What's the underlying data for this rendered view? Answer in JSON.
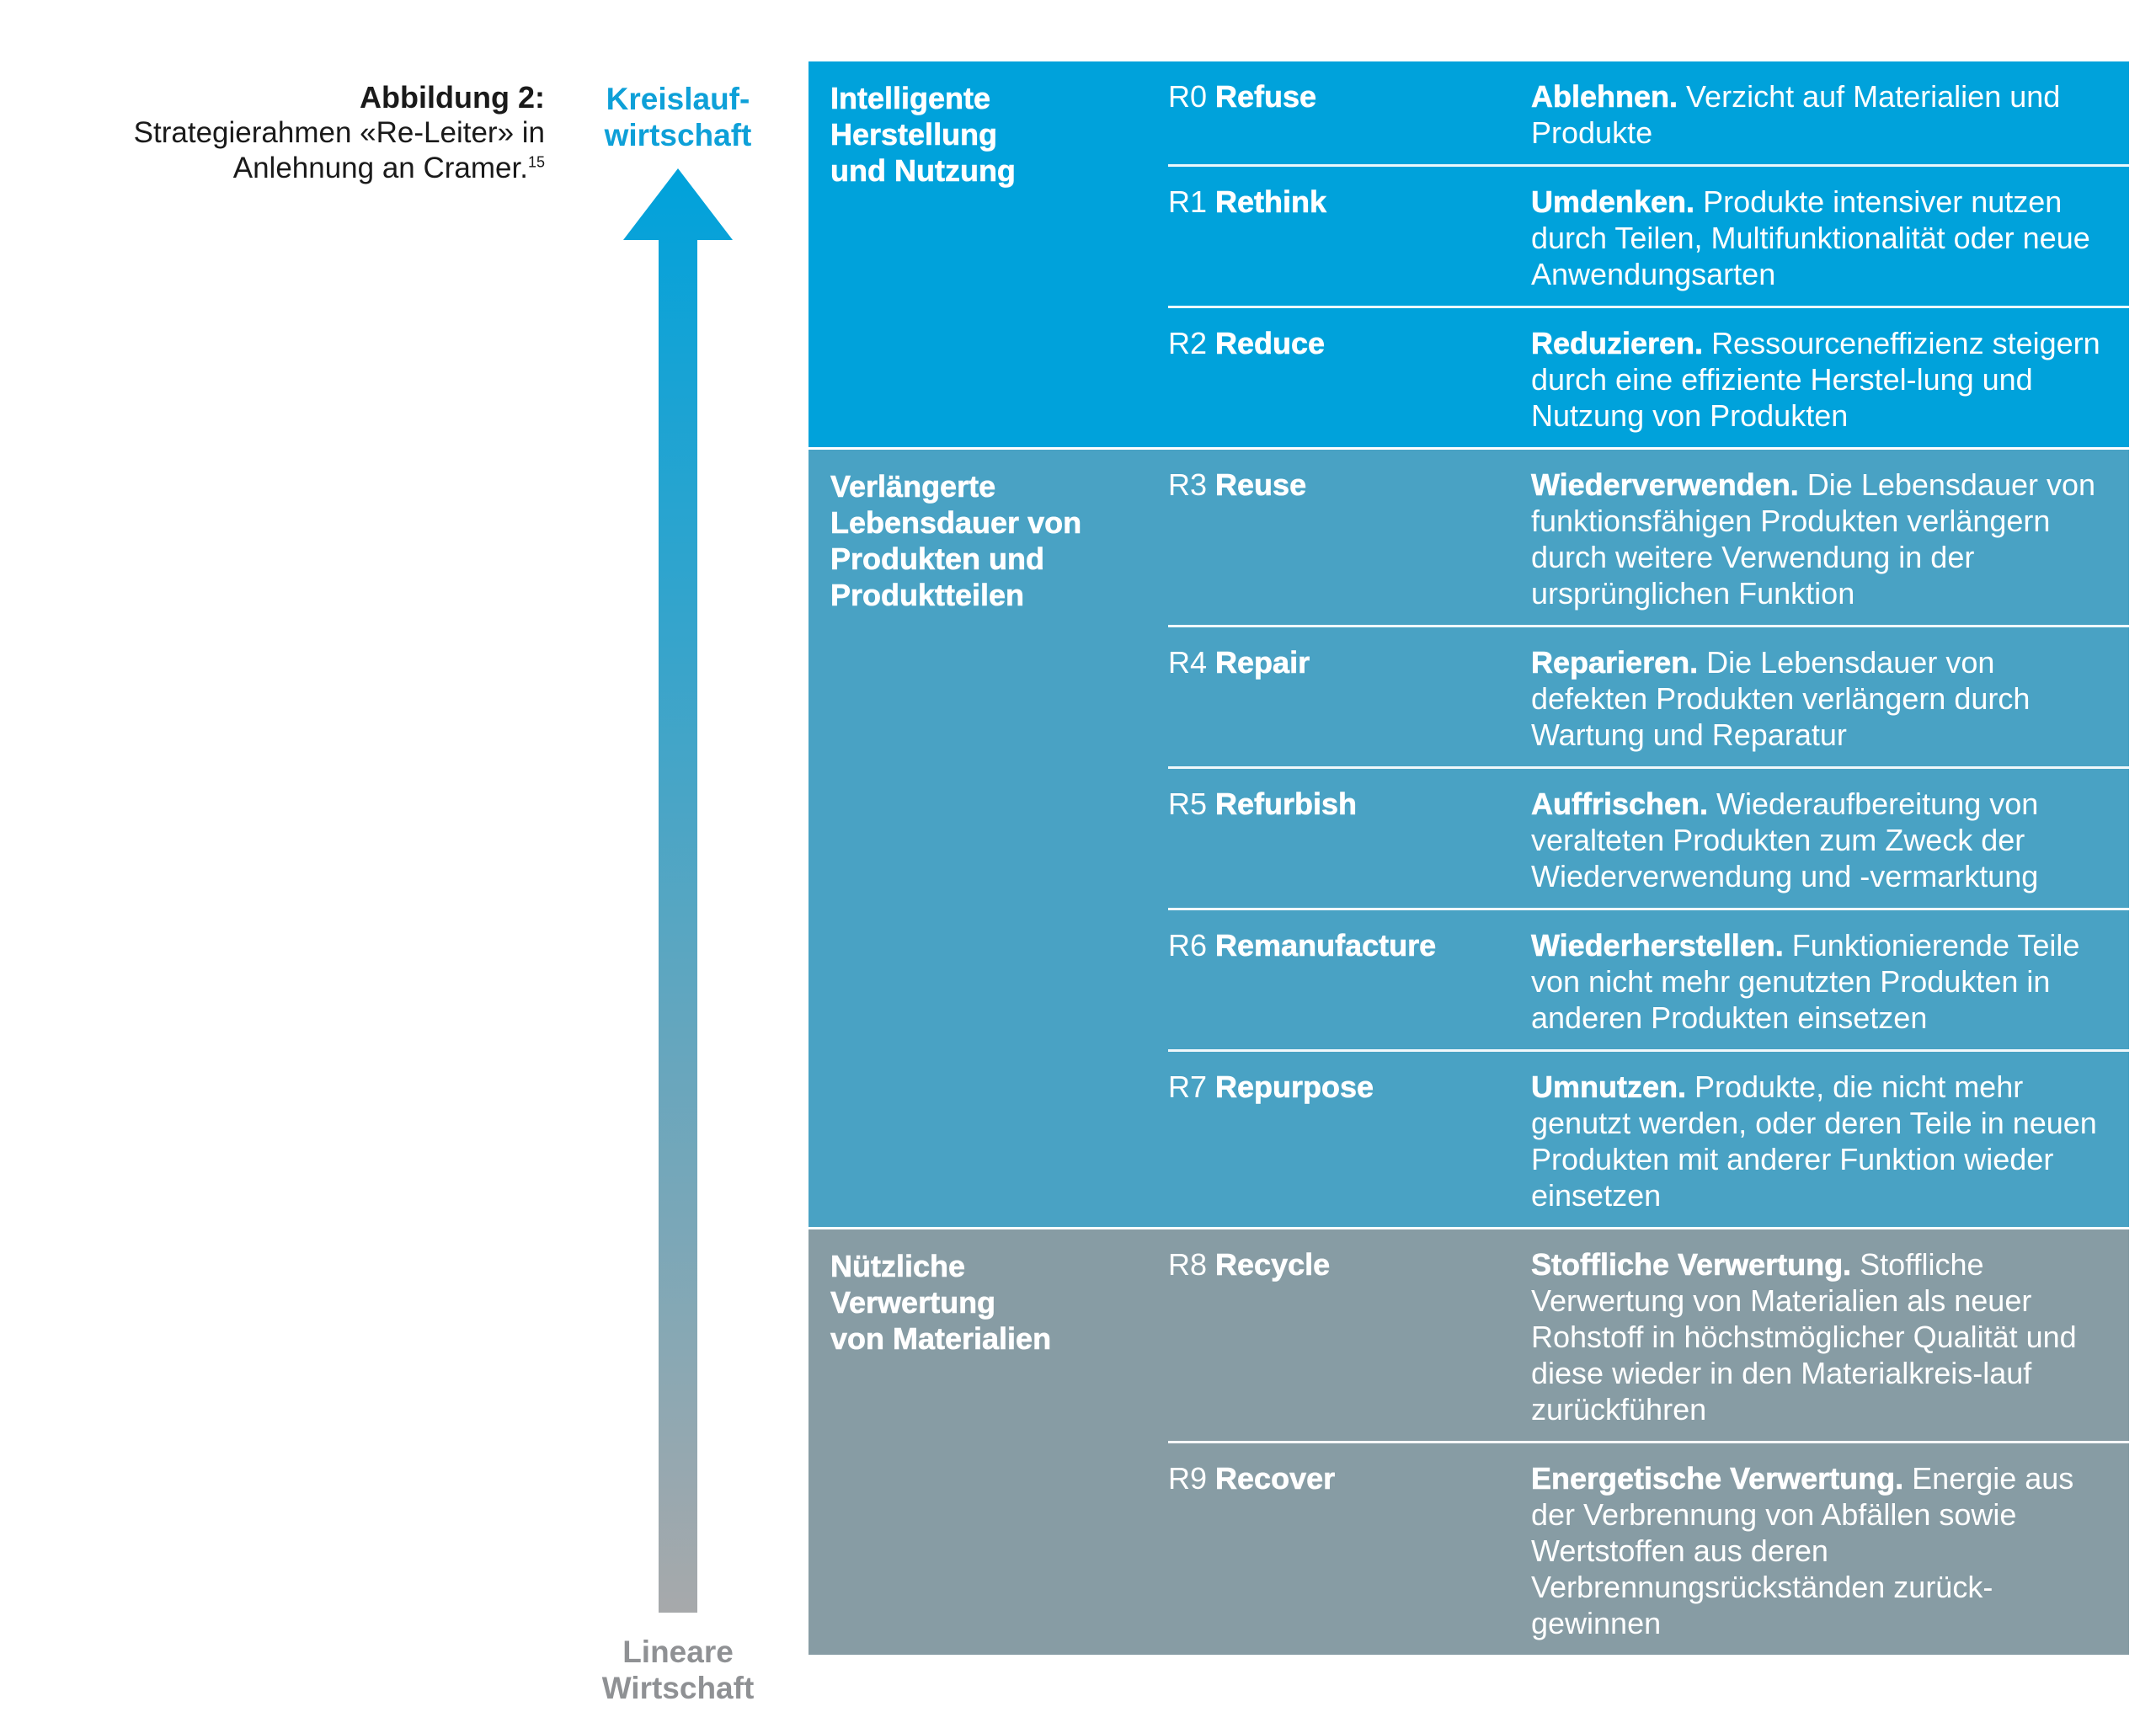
{
  "caption": {
    "title": "Abbildung 2:",
    "line1": "Strategierahmen «Re-Leiter» in",
    "line2": "Anlehnung an Cramer.",
    "footnote": "15"
  },
  "axis": {
    "top_line1": "Kreislauf-",
    "top_line2": "wirtschaft",
    "bottom_line1": "Lineare",
    "bottom_line2": "Wirtschaft",
    "top_color": "#00a2db",
    "bottom_color": "#a7a9ab"
  },
  "colors": {
    "group1": "#00a2db",
    "group2": "#49a2c4",
    "group3": "#879ca4"
  },
  "groups": [
    {
      "lines": [
        "Intelligente",
        "Herstellung",
        "und Nutzung"
      ],
      "rows": [
        {
          "num": "R0",
          "name": "Refuse",
          "head": "Ablehnen.",
          "text": "Verzicht auf Materialien und Produkte"
        },
        {
          "num": "R1",
          "name": "Rethink",
          "head": "Umdenken.",
          "text": "Produkte intensiver nutzen durch Teilen, Multifunktionalität oder neue Anwendungsarten"
        },
        {
          "num": "R2",
          "name": "Reduce",
          "head": "Reduzieren.",
          "text": "Ressourceneffizienz steigern durch eine effiziente Herstel-lung und Nutzung von Produkten"
        }
      ]
    },
    {
      "lines": [
        "Verlängerte",
        "Lebensdauer von",
        "Produkten und",
        "Produktteilen"
      ],
      "rows": [
        {
          "num": "R3",
          "name": "Reuse",
          "head": "Wiederverwenden.",
          "text": "Die Lebensdauer von funktionsfähigen Produkten verlängern durch weitere Verwendung in der ursprünglichen Funktion"
        },
        {
          "num": "R4",
          "name": "Repair",
          "head": "Reparieren.",
          "text": "Die Lebensdauer von defekten Produkten verlängern durch Wartung und Reparatur"
        },
        {
          "num": "R5",
          "name": "Refurbish",
          "head": "Auffrischen.",
          "text": "Wiederaufbereitung von veralteten Produkten zum Zweck der Wiederverwendung und -vermarktung"
        },
        {
          "num": "R6",
          "name": "Remanufacture",
          "head": "Wiederherstellen.",
          "text": "Funktionierende Teile von nicht mehr genutzten Produkten in anderen Produkten einsetzen"
        },
        {
          "num": "R7",
          "name": "Repurpose",
          "head": "Umnutzen.",
          "text": "Produkte, die nicht mehr genutzt werden, oder deren Teile in neuen Produkten mit anderer Funktion wieder einsetzen"
        }
      ]
    },
    {
      "lines": [
        "Nützliche",
        "Verwertung",
        "von Materialien"
      ],
      "rows": [
        {
          "num": "R8",
          "name": "Recycle",
          "head": "Stoffliche Verwertung.",
          "text": "Stoffliche Verwertung von Materialien als neuer Rohstoff in höchstmöglicher Qualität und diese wieder in den Materialkreis-lauf zurückführen"
        },
        {
          "num": "R9",
          "name": "Recover",
          "head": "Energetische Verwertung.",
          "text": "Energie aus der Verbrennung von Abfällen sowie Wertstoffen aus deren Verbrennungsrückständen zurück-gewinnen"
        }
      ]
    }
  ]
}
